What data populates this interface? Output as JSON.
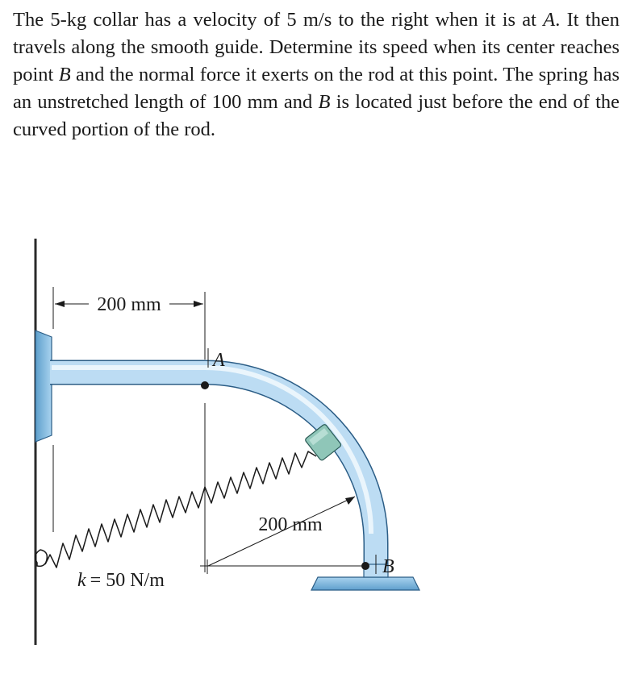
{
  "problem": {
    "part1": "The 5-kg collar has a velocity of 5 m/s to the right when it is at ",
    "A": "A",
    "part2": ". It then travels along the smooth guide. Determine its speed when its center reaches point ",
    "B1": "B",
    "part3": " and the normal force it exerts on the rod at this point. The spring has an unstretched length of 100 mm and ",
    "B2": "B",
    "part4": " is located just before the end of the curved portion of the rod."
  },
  "figure": {
    "dim_top": "200 mm",
    "dim_radius": "200 mm",
    "label_A": "A",
    "label_B": "B",
    "spring_k": "k",
    "spring_value": "= 50 N/m"
  },
  "colors": {
    "rod_fill": "#bcdcf3",
    "rod_outline": "#2b5d86",
    "base_fill": "#7ab8e2",
    "collar_fill": "#8fc6b8",
    "spring": "#1a1a1a",
    "wall": "#2a2a2a"
  }
}
